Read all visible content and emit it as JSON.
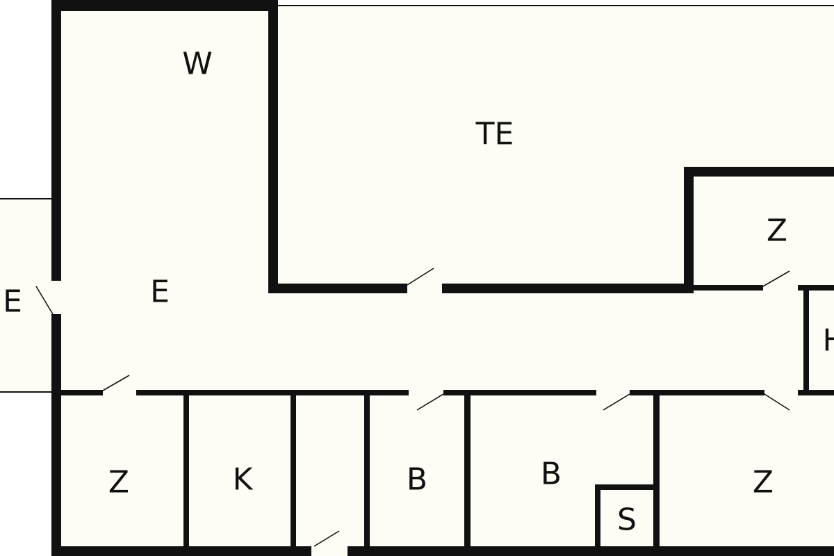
{
  "diagram": {
    "rooms": {
      "w": "W",
      "te": "TE",
      "e_hall": "E",
      "e_outside": "E",
      "z_top_right": "Z",
      "h_right": "H",
      "z_bottom_left": "Z",
      "k": "K",
      "b_small": "B",
      "b_large": "B",
      "s": "S",
      "z_bottom_right": "Z"
    }
  }
}
